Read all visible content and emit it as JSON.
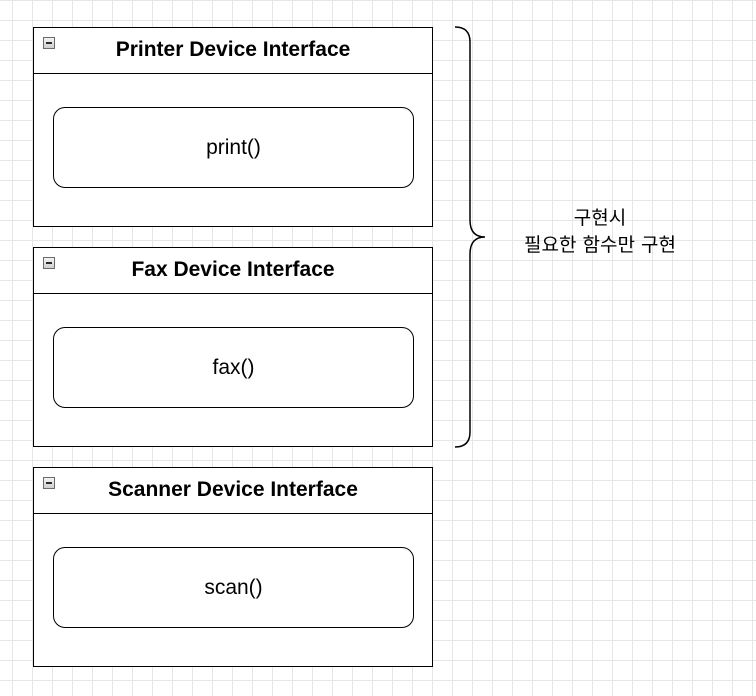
{
  "interfaces": [
    {
      "title": "Printer Device Interface",
      "method": "print()",
      "icon": "collapse-icon"
    },
    {
      "title": "Fax Device Interface",
      "method": "fax()",
      "icon": "collapse-icon"
    },
    {
      "title": "Scanner Device Interface",
      "method": "scan()",
      "icon": "collapse-icon"
    }
  ],
  "note": {
    "line1": "구현시",
    "line2": "필요한 함수만 구현"
  }
}
